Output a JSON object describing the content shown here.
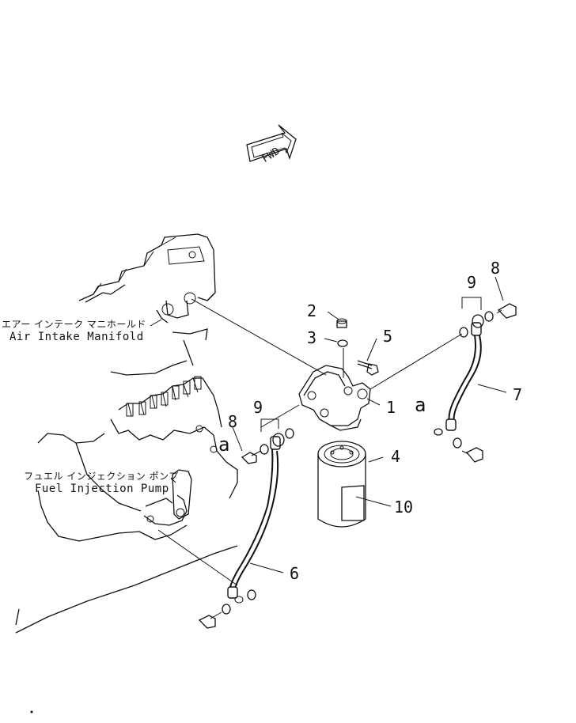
{
  "direction_marker": {
    "text": "FWD"
  },
  "callouts": [
    {
      "id": "c1",
      "text": "1"
    },
    {
      "id": "c2",
      "text": "2"
    },
    {
      "id": "c3",
      "text": "3"
    },
    {
      "id": "c4",
      "text": "4"
    },
    {
      "id": "c5",
      "text": "5"
    },
    {
      "id": "c6",
      "text": "6"
    },
    {
      "id": "c7",
      "text": "7"
    },
    {
      "id": "c8a",
      "text": "8"
    },
    {
      "id": "c8b",
      "text": "8"
    },
    {
      "id": "c9a",
      "text": "9"
    },
    {
      "id": "c9b",
      "text": "9"
    },
    {
      "id": "c10",
      "text": "10"
    }
  ],
  "connectors": [
    {
      "id": "a1",
      "text": "a"
    },
    {
      "id": "a2",
      "text": "a"
    }
  ],
  "labels": {
    "air_intake_jp": "エアー インテーク マニホールド",
    "air_intake_en": "Air Intake Manifold",
    "fuel_pump_jp": "フュエル インジェクション ポンプ",
    "fuel_pump_en": "Fuel Injection Pump"
  }
}
